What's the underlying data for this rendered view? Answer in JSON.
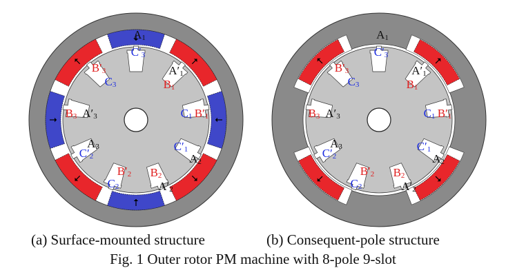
{
  "colors": {
    "rotor_iron": "#8a8a8a",
    "stator_iron": "#c4c4c4",
    "magnet_n": "#3f47c9",
    "magnet_s": "#e8262b",
    "phase_a": "#111111",
    "phase_b": "#e01f1f",
    "phase_c": "#1f2fe0",
    "outline": "#333333"
  },
  "machine": {
    "poles": 8,
    "slots": 9
  },
  "figures": [
    {
      "id": "a",
      "caption": "(a) Surface-mounted structure",
      "structure": "surface-mounted",
      "magnets": [
        {
          "angle_deg": 90,
          "polarity": "N",
          "color_key": "magnet_n",
          "arrow": "inward"
        },
        {
          "angle_deg": 45,
          "polarity": "S",
          "color_key": "magnet_s",
          "arrow": "outward"
        },
        {
          "angle_deg": 0,
          "polarity": "N",
          "color_key": "magnet_n",
          "arrow": "inward"
        },
        {
          "angle_deg": -45,
          "polarity": "S",
          "color_key": "magnet_s",
          "arrow": "outward"
        },
        {
          "angle_deg": -90,
          "polarity": "N",
          "color_key": "magnet_n",
          "arrow": "inward"
        },
        {
          "angle_deg": -135,
          "polarity": "S",
          "color_key": "magnet_s",
          "arrow": "outward"
        },
        {
          "angle_deg": 180,
          "polarity": "N",
          "color_key": "magnet_n",
          "arrow": "inward"
        },
        {
          "angle_deg": 135,
          "polarity": "S",
          "color_key": "magnet_s",
          "arrow": "outward"
        }
      ]
    },
    {
      "id": "b",
      "caption": "(b) Consequent-pole structure",
      "structure": "consequent-pole",
      "magnets": [
        {
          "angle_deg": 45,
          "polarity": "S",
          "color_key": "magnet_s",
          "arrow": "outward"
        },
        {
          "angle_deg": -45,
          "polarity": "S",
          "color_key": "magnet_s",
          "arrow": "outward"
        },
        {
          "angle_deg": -135,
          "polarity": "S",
          "color_key": "magnet_s",
          "arrow": "outward"
        },
        {
          "angle_deg": 135,
          "polarity": "S",
          "color_key": "magnet_s",
          "arrow": "outward"
        }
      ]
    }
  ],
  "slots": [
    {
      "angle_deg": 90,
      "coils": [
        {
          "phase": "A",
          "prime": false,
          "index": "1"
        },
        {
          "phase": "C",
          "prime": true,
          "index": "3"
        }
      ]
    },
    {
      "angle_deg": 50,
      "coils": [
        {
          "phase": "A",
          "prime": true,
          "index": "1"
        },
        {
          "phase": "B",
          "prime": false,
          "index": "1"
        }
      ]
    },
    {
      "angle_deg": 10,
      "coils": [
        {
          "phase": "C",
          "prime": false,
          "index": "1"
        },
        {
          "phase": "B",
          "prime": true,
          "index": "1"
        }
      ]
    },
    {
      "angle_deg": -30,
      "coils": [
        {
          "phase": "C",
          "prime": true,
          "index": "1"
        },
        {
          "phase": "A",
          "prime": false,
          "index": "2"
        }
      ]
    },
    {
      "angle_deg": -70,
      "coils": [
        {
          "phase": "B",
          "prime": false,
          "index": "2"
        },
        {
          "phase": "A",
          "prime": true,
          "index": "2"
        }
      ]
    },
    {
      "angle_deg": -110,
      "coils": [
        {
          "phase": "B",
          "prime": true,
          "index": "2"
        },
        {
          "phase": "C",
          "prime": false,
          "index": "2"
        }
      ]
    },
    {
      "angle_deg": -150,
      "coils": [
        {
          "phase": "A",
          "prime": false,
          "index": "3"
        },
        {
          "phase": "C",
          "prime": true,
          "index": "2"
        }
      ]
    },
    {
      "angle_deg": 170,
      "coils": [
        {
          "phase": "B",
          "prime": false,
          "index": "3"
        },
        {
          "phase": "A",
          "prime": true,
          "index": "3"
        }
      ]
    },
    {
      "angle_deg": 130,
      "coils": [
        {
          "phase": "B",
          "prime": true,
          "index": "3"
        },
        {
          "phase": "C",
          "prime": false,
          "index": "3"
        }
      ]
    }
  ],
  "figure_caption": "Fig. 1 Outer rotor PM machine with 8-pole 9-slot"
}
